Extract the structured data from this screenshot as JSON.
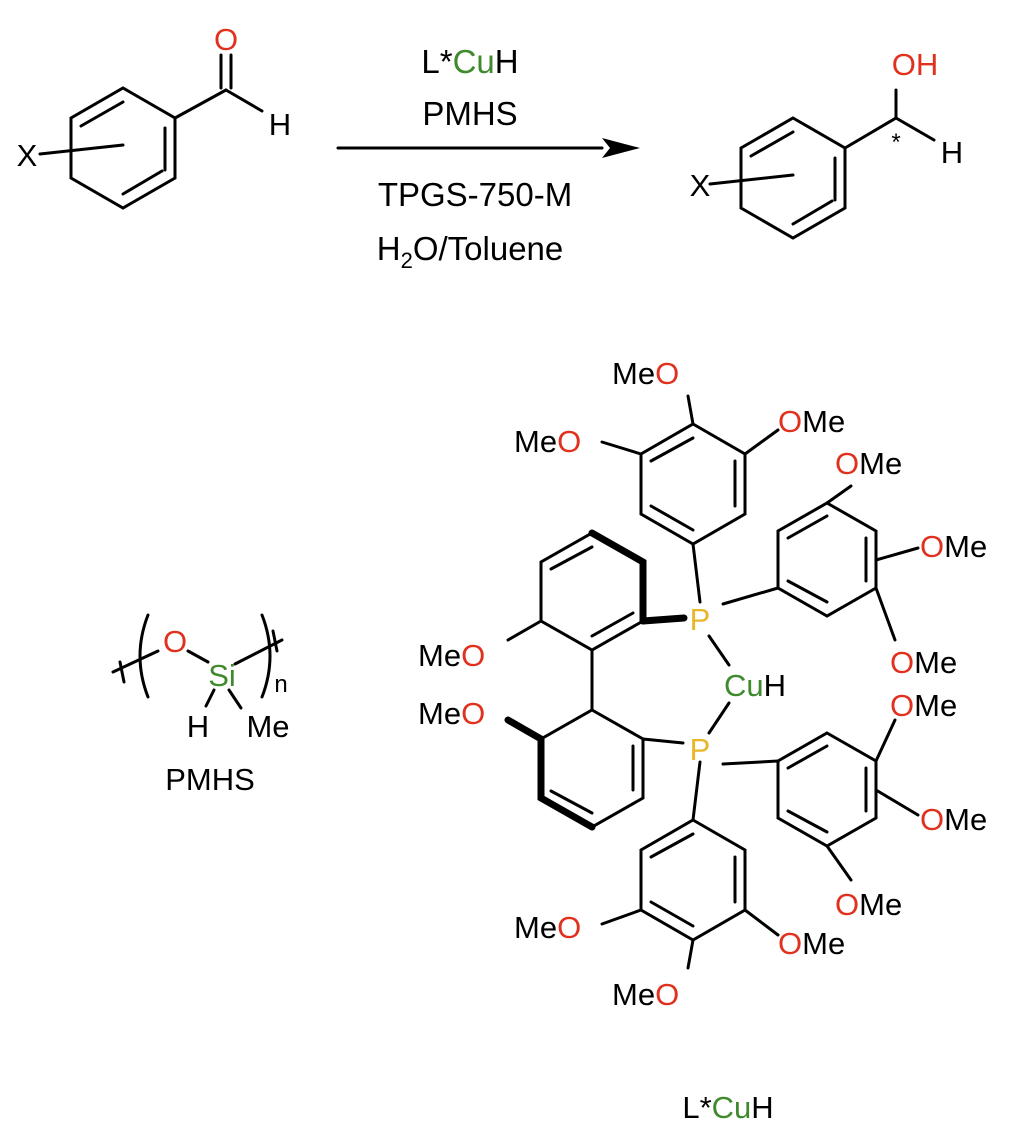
{
  "colors": {
    "carbon": "#000000",
    "oxygen": "#e0301e",
    "copper": "#3f8a2d",
    "silicon": "#3f8a2d",
    "phosphorus": "#e8b62a"
  },
  "reaction": {
    "reactant": {
      "substituent": "X",
      "oxygen": "O",
      "hydrogen": "H"
    },
    "conditions": {
      "above": {
        "ligand": "L*",
        "metal": "Cu",
        "hydride": "H",
        "reductant": "PMHS"
      },
      "below": {
        "surfactant": "TPGS-750-M",
        "solvent_h": "H",
        "solvent_sub": "2",
        "solvent_rest": "O/Toluene"
      }
    },
    "product": {
      "substituent": "X",
      "hydroxyl": "OH",
      "stereo": "*",
      "hydrogen": "H"
    }
  },
  "pmhs": {
    "oxygen": "O",
    "silicon": "Si",
    "hydrogen": "H",
    "methyl": "Me",
    "repeat": "n",
    "caption": "PMHS"
  },
  "catalyst": {
    "phosphorus": "P",
    "copper": "Cu",
    "hydride": "H",
    "me": "Me",
    "o": "O",
    "caption": {
      "ligand": "L*",
      "metal": "Cu",
      "hydride": "H"
    }
  }
}
